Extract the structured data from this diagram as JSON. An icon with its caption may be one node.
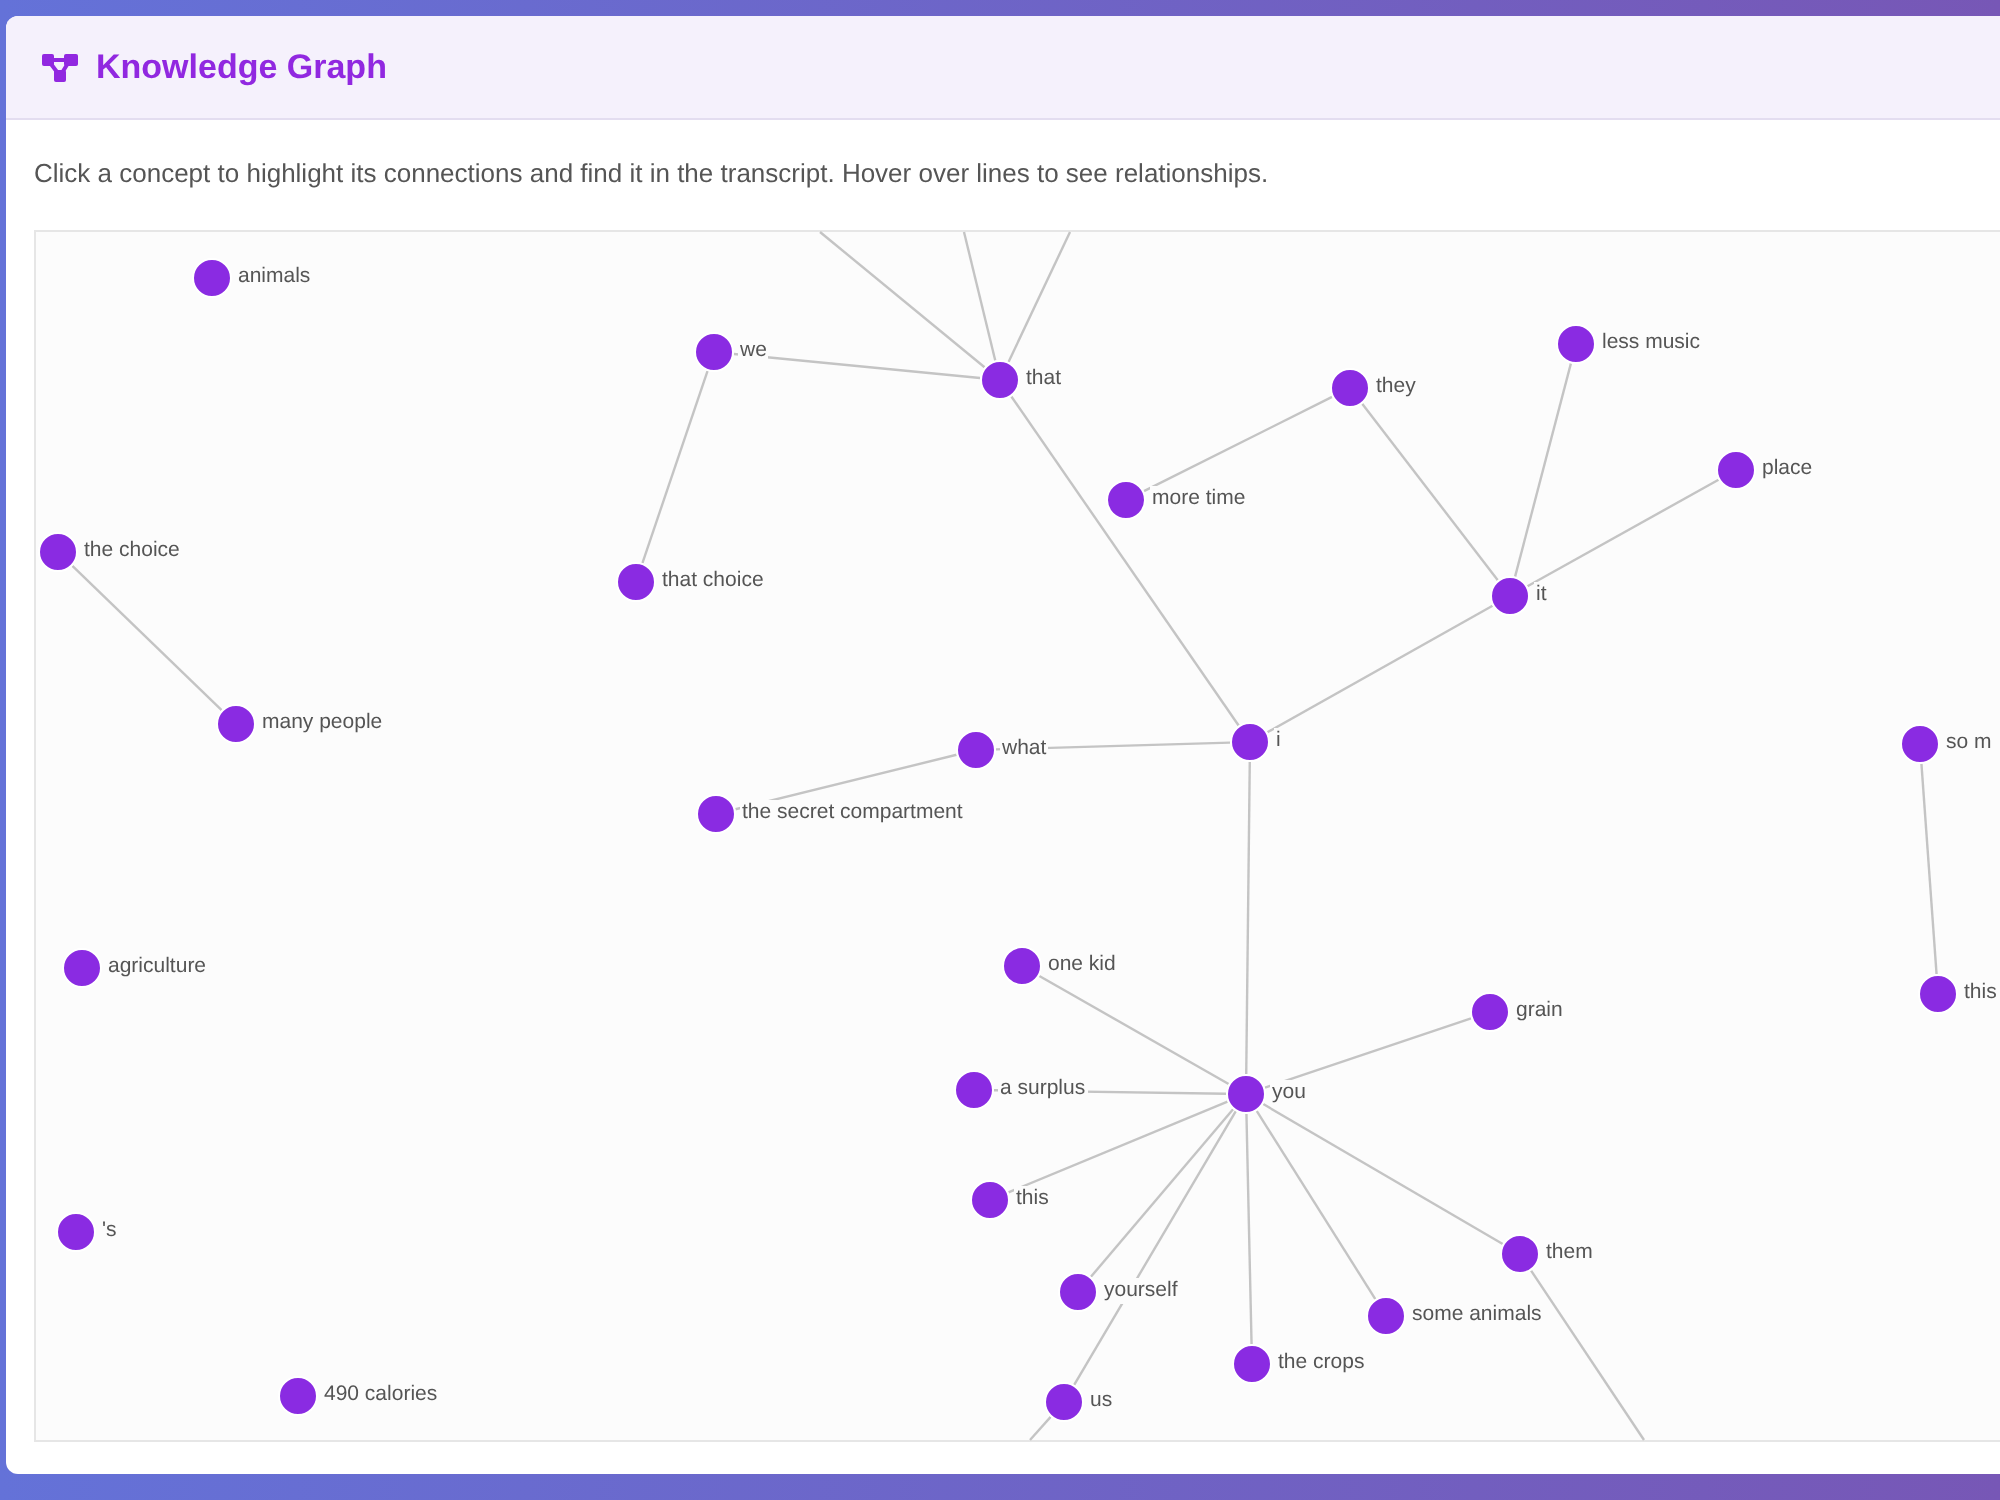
{
  "diagram": {
    "title": "Knowledge Graph",
    "nodes": [
      {
        "text": [],
        "shape": "circle",
        "beside": [
          "animals"
        ]
      },
      {
        "text": [],
        "shape": "circle",
        "beside": [
          "less music"
        ]
      },
      {
        "text": [],
        "shape": "circle",
        "beside": [
          "we"
        ]
      },
      {
        "text": [],
        "shape": "circle",
        "beside": [
          "that"
        ]
      },
      {
        "text": [],
        "shape": "circle",
        "beside": [
          "they"
        ]
      },
      {
        "text": [],
        "shape": "circle",
        "beside": [
          "place"
        ]
      },
      {
        "text": [],
        "shape": "circle",
        "beside": [
          "more time"
        ]
      },
      {
        "text": [],
        "shape": "circle",
        "beside": [
          "the choice"
        ]
      },
      {
        "text": [],
        "shape": "circle",
        "beside": [
          "that choice"
        ]
      },
      {
        "text": [],
        "shape": "circle",
        "beside": [
          "it"
        ]
      },
      {
        "text": [],
        "shape": "circle",
        "beside": [
          "many people"
        ]
      },
      {
        "text": [],
        "shape": "circle",
        "beside": [
          "i"
        ]
      },
      {
        "text": [],
        "shape": "circle",
        "beside": [
          "so m"
        ]
      },
      {
        "text": [],
        "shape": "circle",
        "beside": [
          "what"
        ]
      },
      {
        "text": [],
        "shape": "circle",
        "beside": [
          "the secret compartment"
        ]
      },
      {
        "text": [],
        "shape": "circle",
        "beside": [
          "one kid"
        ]
      },
      {
        "text": [],
        "shape": "circle",
        "beside": [
          "agriculture"
        ]
      },
      {
        "text": [],
        "shape": "circle",
        "beside": [
          "this"
        ]
      },
      {
        "text": [],
        "shape": "circle",
        "beside": [
          "grain"
        ]
      },
      {
        "text": [],
        "shape": "circle",
        "beside": [
          "a surplus"
        ]
      },
      {
        "text": [],
        "shape": "circle",
        "beside": [
          "you"
        ]
      },
      {
        "text": [],
        "shape": "circle",
        "beside": [
          "this"
        ]
      },
      {
        "text": [],
        "shape": "circle",
        "beside": [
          "'s"
        ]
      },
      {
        "text": [],
        "shape": "circle",
        "beside": [
          "them"
        ]
      },
      {
        "text": [],
        "shape": "circle",
        "beside": [
          "yourself"
        ]
      },
      {
        "text": [],
        "shape": "circle",
        "beside": [
          "some animals"
        ]
      },
      {
        "text": [],
        "shape": "circle",
        "beside": [
          "the crops"
        ]
      },
      {
        "text": [],
        "shape": "circle",
        "beside": [
          "490 calories"
        ]
      },
      {
        "text": [],
        "shape": "circle",
        "beside": [
          "us"
        ]
      }
    ],
    "edges": [
      {
        "from": 2,
        "to": 3,
        "arrow": "none"
      },
      {
        "from": 2,
        "to": 8,
        "arrow": "none"
      },
      {
        "from": 3,
        "to": 11,
        "arrow": "none"
      },
      {
        "from": 4,
        "to": 6,
        "arrow": "none"
      },
      {
        "from": 4,
        "to": 9,
        "arrow": "none"
      },
      {
        "from": 1,
        "to": 9,
        "arrow": "none"
      },
      {
        "from": 5,
        "to": 9,
        "arrow": "none"
      },
      {
        "from": 9,
        "to": 11,
        "arrow": "none"
      },
      {
        "from": 7,
        "to": 10,
        "arrow": "none"
      },
      {
        "from": 13,
        "to": 11,
        "arrow": "none"
      },
      {
        "from": 13,
        "to": 14,
        "arrow": "none"
      },
      {
        "from": 11,
        "to": 20,
        "arrow": "none"
      },
      {
        "from": 12,
        "to": 17,
        "arrow": "none"
      },
      {
        "from": 15,
        "to": 20,
        "arrow": "none"
      },
      {
        "from": 18,
        "to": 20,
        "arrow": "none"
      },
      {
        "from": 19,
        "to": 20,
        "arrow": "none"
      },
      {
        "from": 21,
        "to": 20,
        "arrow": "none"
      },
      {
        "from": 24,
        "to": 20,
        "arrow": "none"
      },
      {
        "from": 28,
        "to": 20,
        "arrow": "none"
      },
      {
        "from": 26,
        "to": 20,
        "arrow": "none"
      },
      {
        "from": 25,
        "to": 20,
        "arrow": "none"
      },
      {
        "from": 23,
        "to": 20,
        "arrow": "none"
      },
      {
        "from": 3,
        "to": null,
        "arrow": "none"
      },
      {
        "from": 3,
        "to": null,
        "arrow": "none"
      },
      {
        "from": 3,
        "to": null,
        "arrow": "none"
      },
      {
        "from": 23,
        "to": null,
        "arrow": "none"
      },
      {
        "from": 28,
        "to": null,
        "arrow": "none"
      }
    ],
    "labels": [
      "Click a concept to highlight its connections and find it in the transcript. Hover over lines to see relationships."
    ]
  }
}
